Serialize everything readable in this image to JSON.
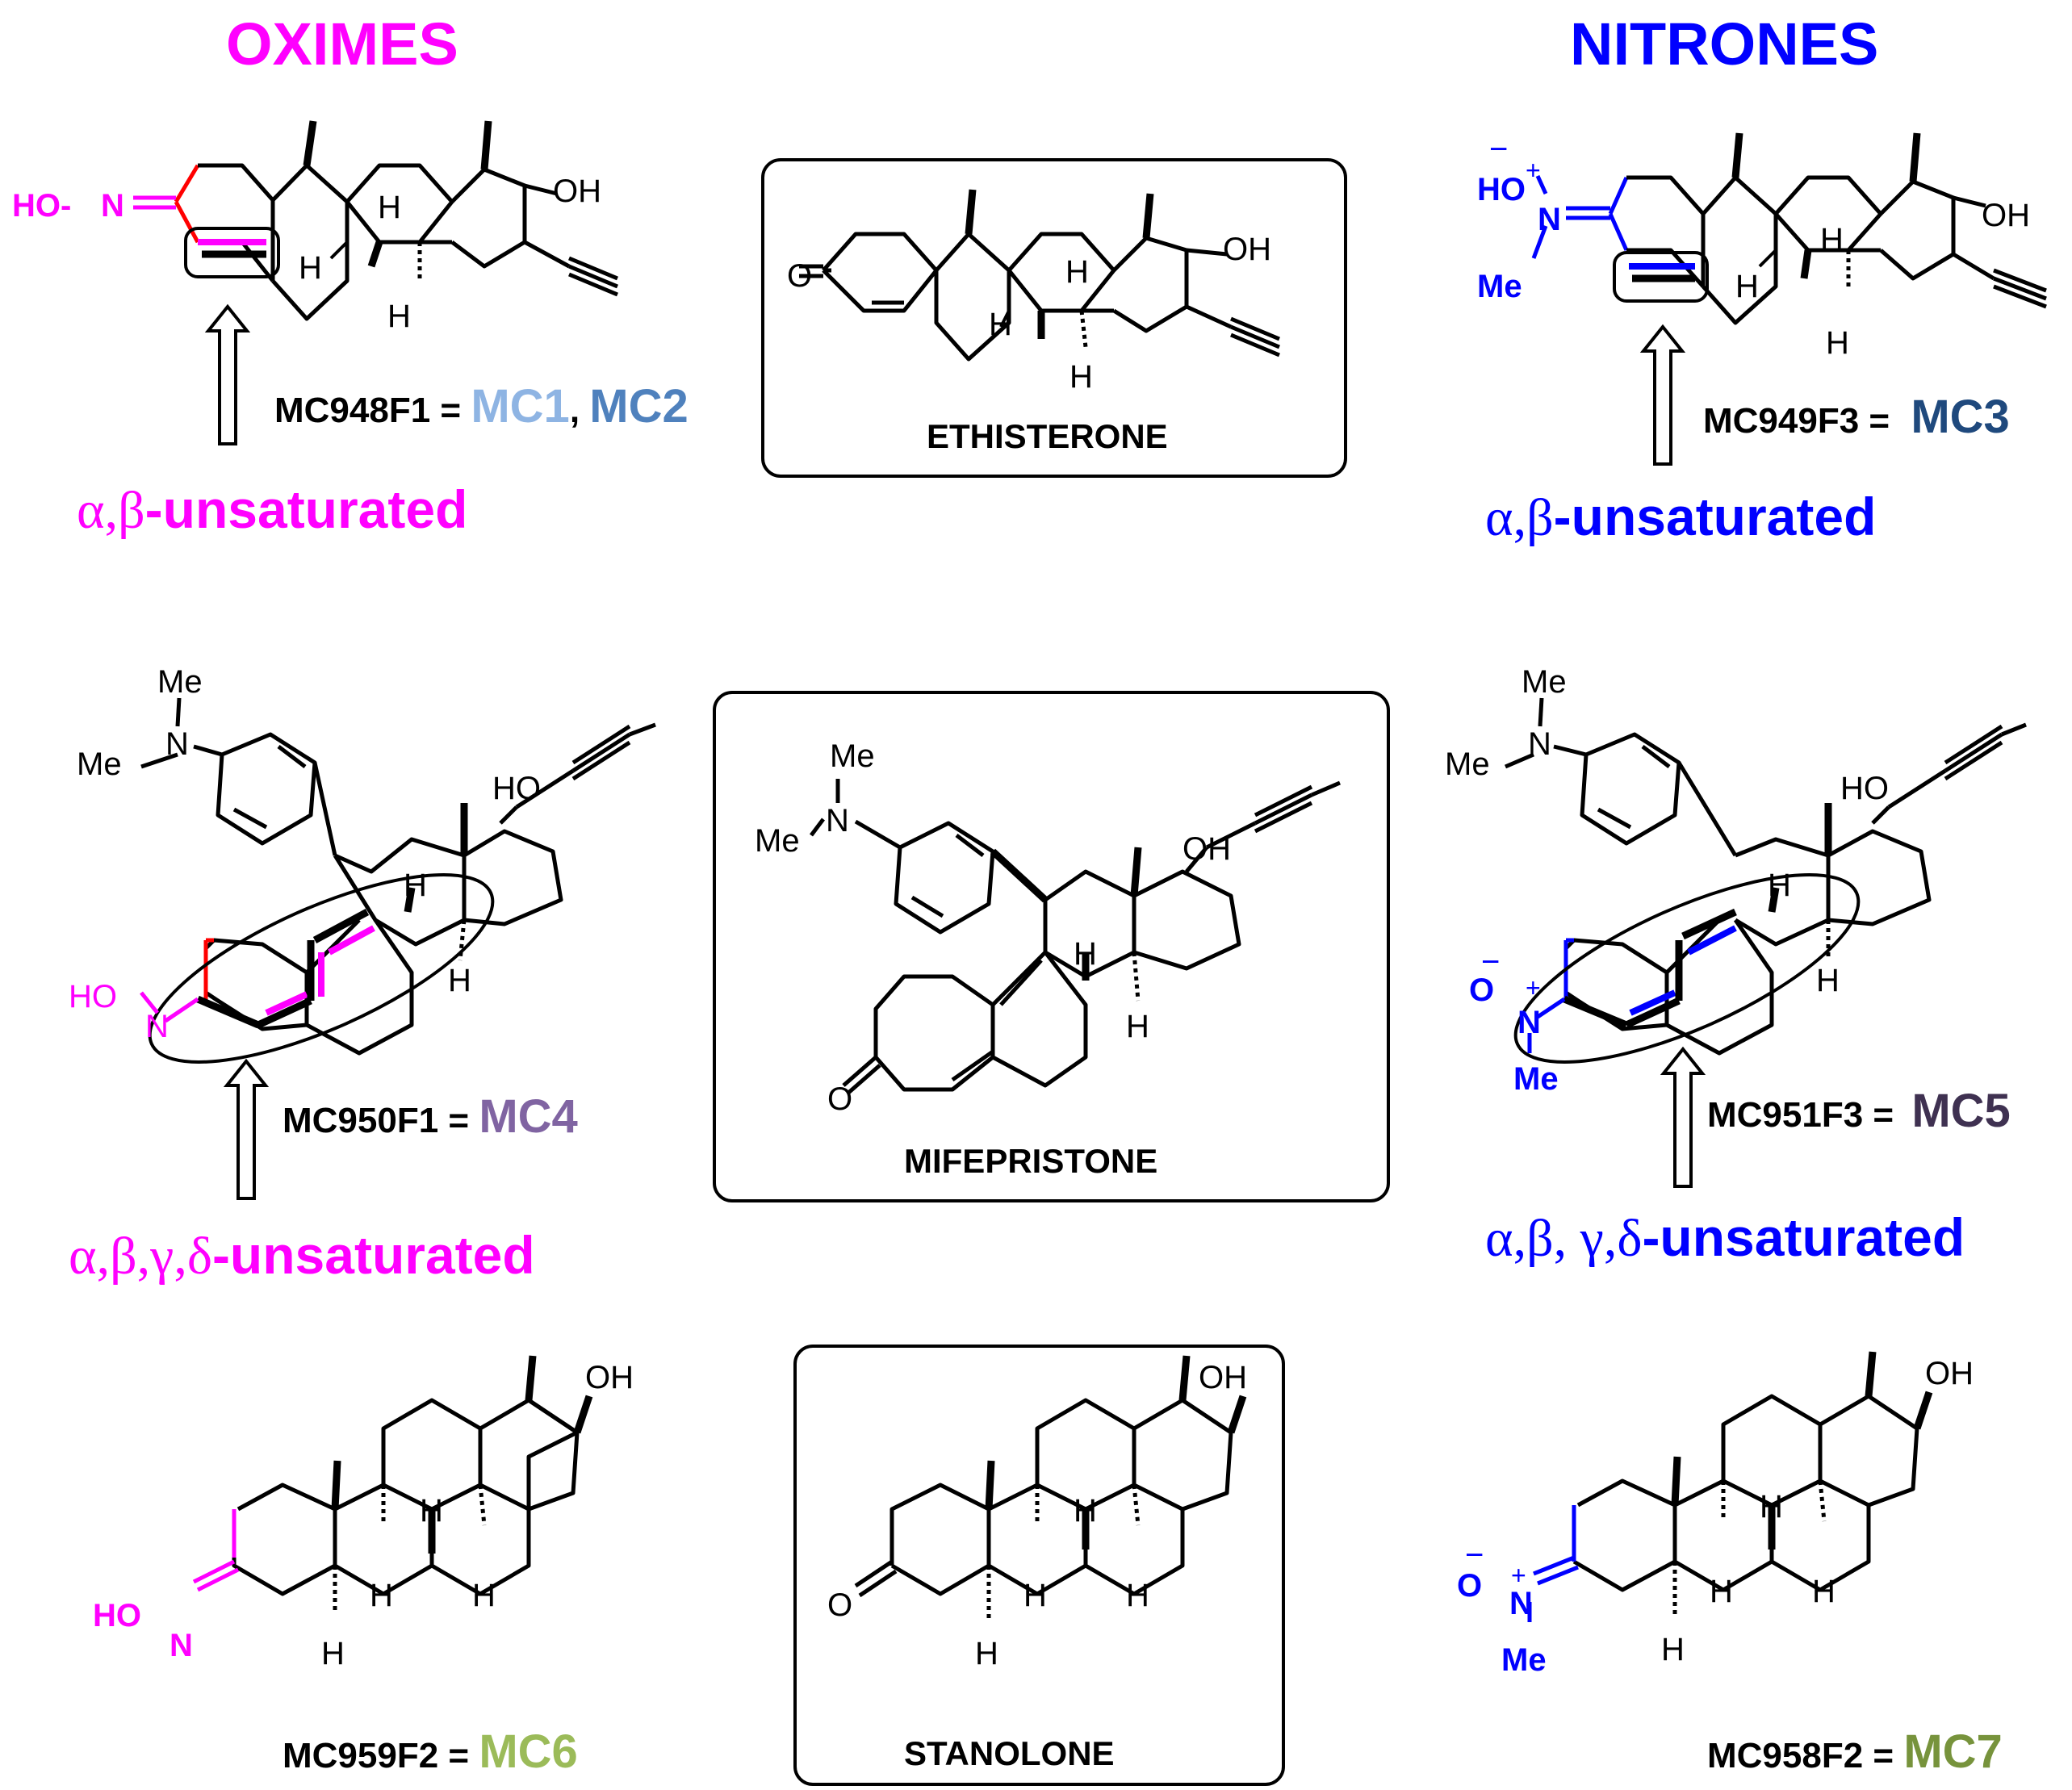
{
  "headers": {
    "oximes": "OXIMES",
    "nitrones": "NITRONES"
  },
  "colors": {
    "oxime": "#ff00ff",
    "nitrone": "#0000ff",
    "mc1": "#8eb4e3",
    "mc2": "#4f81bd",
    "mc3": "#1f497d",
    "mc4": "#8064a2",
    "mc5": "#3f3151",
    "mc6": "#9bbb59",
    "mc7": "#77933c"
  },
  "row1": {
    "oxime_code": "MC948F1 =",
    "oxime_mc_a": "MC1",
    "oxime_sep": ",",
    "oxime_mc_b": "MC2",
    "oxime_greek": "α,β",
    "oxime_suffix": "-unsaturated",
    "parent": "ETHISTERONE",
    "nitrone_code": "MC949F3 =",
    "nitrone_mc": "MC3",
    "nitrone_greek": "α,β",
    "nitrone_suffix": "-unsaturated"
  },
  "row2": {
    "oxime_code": "MC950F1 =",
    "oxime_mc": "MC4",
    "oxime_greek": "α,β,γ,δ",
    "oxime_suffix": "-unsaturated",
    "parent": "MIFEPRISTONE",
    "nitrone_code": "MC951F3 =",
    "nitrone_mc": "MC5",
    "nitrone_greek": "α,β, γ,δ",
    "nitrone_suffix": "-unsaturated"
  },
  "row3": {
    "oxime_code": "MC959F2 =",
    "oxime_mc": "MC6",
    "parent": "STANOLONE",
    "nitrone_code": "MC958F2 =",
    "nitrone_mc": "MC7"
  },
  "atoms": {
    "oh": "OH",
    "h": "H",
    "me": "Me",
    "n": "N",
    "o": "O",
    "ho": "HO",
    "ho_dash": "HO-",
    "plus": "+",
    "minus": "−"
  }
}
